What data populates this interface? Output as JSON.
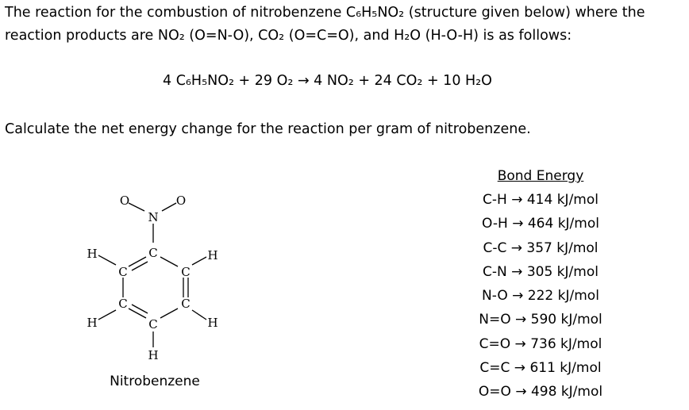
{
  "intro": {
    "line1": "The reaction for the combustion of nitrobenzene C₆H₅NO₂ (structure given below) where the",
    "line2": "reaction products are NO₂ (O=N-O), CO₂ (O=C=O), and H₂O (H-O-H) is as follows:"
  },
  "equation": "4 C₆H₅NO₂ + 29 O₂ → 4 NO₂ + 24 CO₂ + 10 H₂O",
  "question": "Calculate the net energy change for the reaction per gram of nitrobenzene.",
  "molecule": {
    "caption": "Nitrobenzene",
    "atoms": {
      "o_left": "O",
      "o_right": "O",
      "n": "N",
      "c_top": "C",
      "c_upper_left": "C",
      "c_upper_right": "C",
      "c_lower_left": "C",
      "c_lower_right": "C",
      "c_bottom": "C",
      "h_upper_left": "H",
      "h_upper_right": "H",
      "h_lower_left": "H",
      "h_lower_right": "H",
      "h_bottom": "H"
    }
  },
  "bond_energy": {
    "title": "Bond Energy",
    "rows": [
      "C-H → 414 kJ/mol",
      "O-H → 464 kJ/mol",
      "C-C → 357 kJ/mol",
      "C-N → 305 kJ/mol",
      "N-O → 222 kJ/mol",
      "N=O → 590 kJ/mol",
      "C=O → 736 kJ/mol",
      "C=C → 611 kJ/mol",
      "O=O → 498 kJ/mol"
    ]
  }
}
